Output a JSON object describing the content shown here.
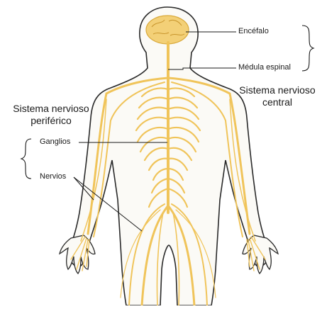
{
  "labels": {
    "encefalo": "Encéfalo",
    "medula": "Médula espinal",
    "ganglios": "Ganglios",
    "nervios": "Nervios",
    "central_line1": "Sistema nervioso",
    "central_line2": "central",
    "periferico_line1": "Sistema nervioso",
    "periferico_line2": "periférico"
  },
  "colors": {
    "outline": "#2a2a2a",
    "nerve": "#f0c45a",
    "nerve_dark": "#d9a93a",
    "brain": "#f3d077",
    "leader": "#1a1a1a"
  }
}
